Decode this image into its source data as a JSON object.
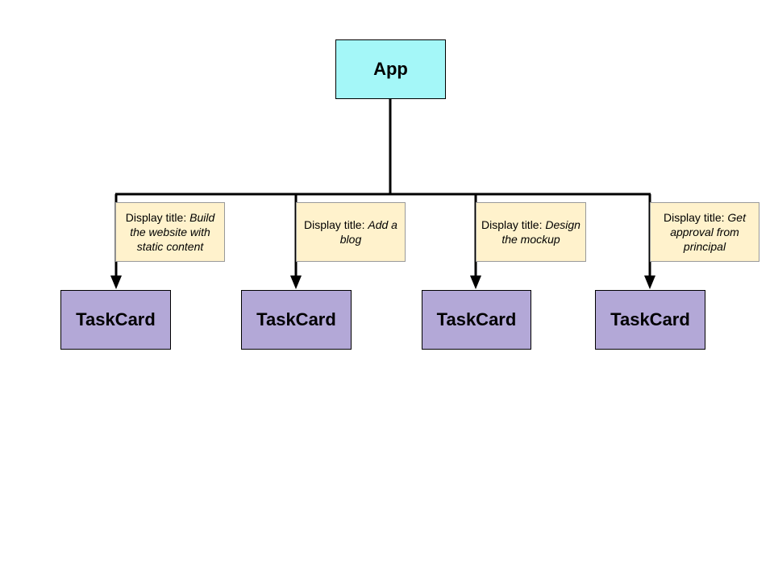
{
  "colors": {
    "app_fill": "#a4f7f8",
    "task_fill": "#b3a8d7",
    "note_fill": "#fff2cc",
    "line": "#000000"
  },
  "root": {
    "label": "App"
  },
  "children": [
    {
      "label": "TaskCard",
      "prefix": "Display title: ",
      "value": "Build the website with static content"
    },
    {
      "label": "TaskCard",
      "prefix": "Display title: ",
      "value": "Add a blog"
    },
    {
      "label": "TaskCard",
      "prefix": "Display title: ",
      "value": "Design the mockup"
    },
    {
      "label": "TaskCard",
      "prefix": "Display title: ",
      "value": "Get approval from principal"
    }
  ]
}
